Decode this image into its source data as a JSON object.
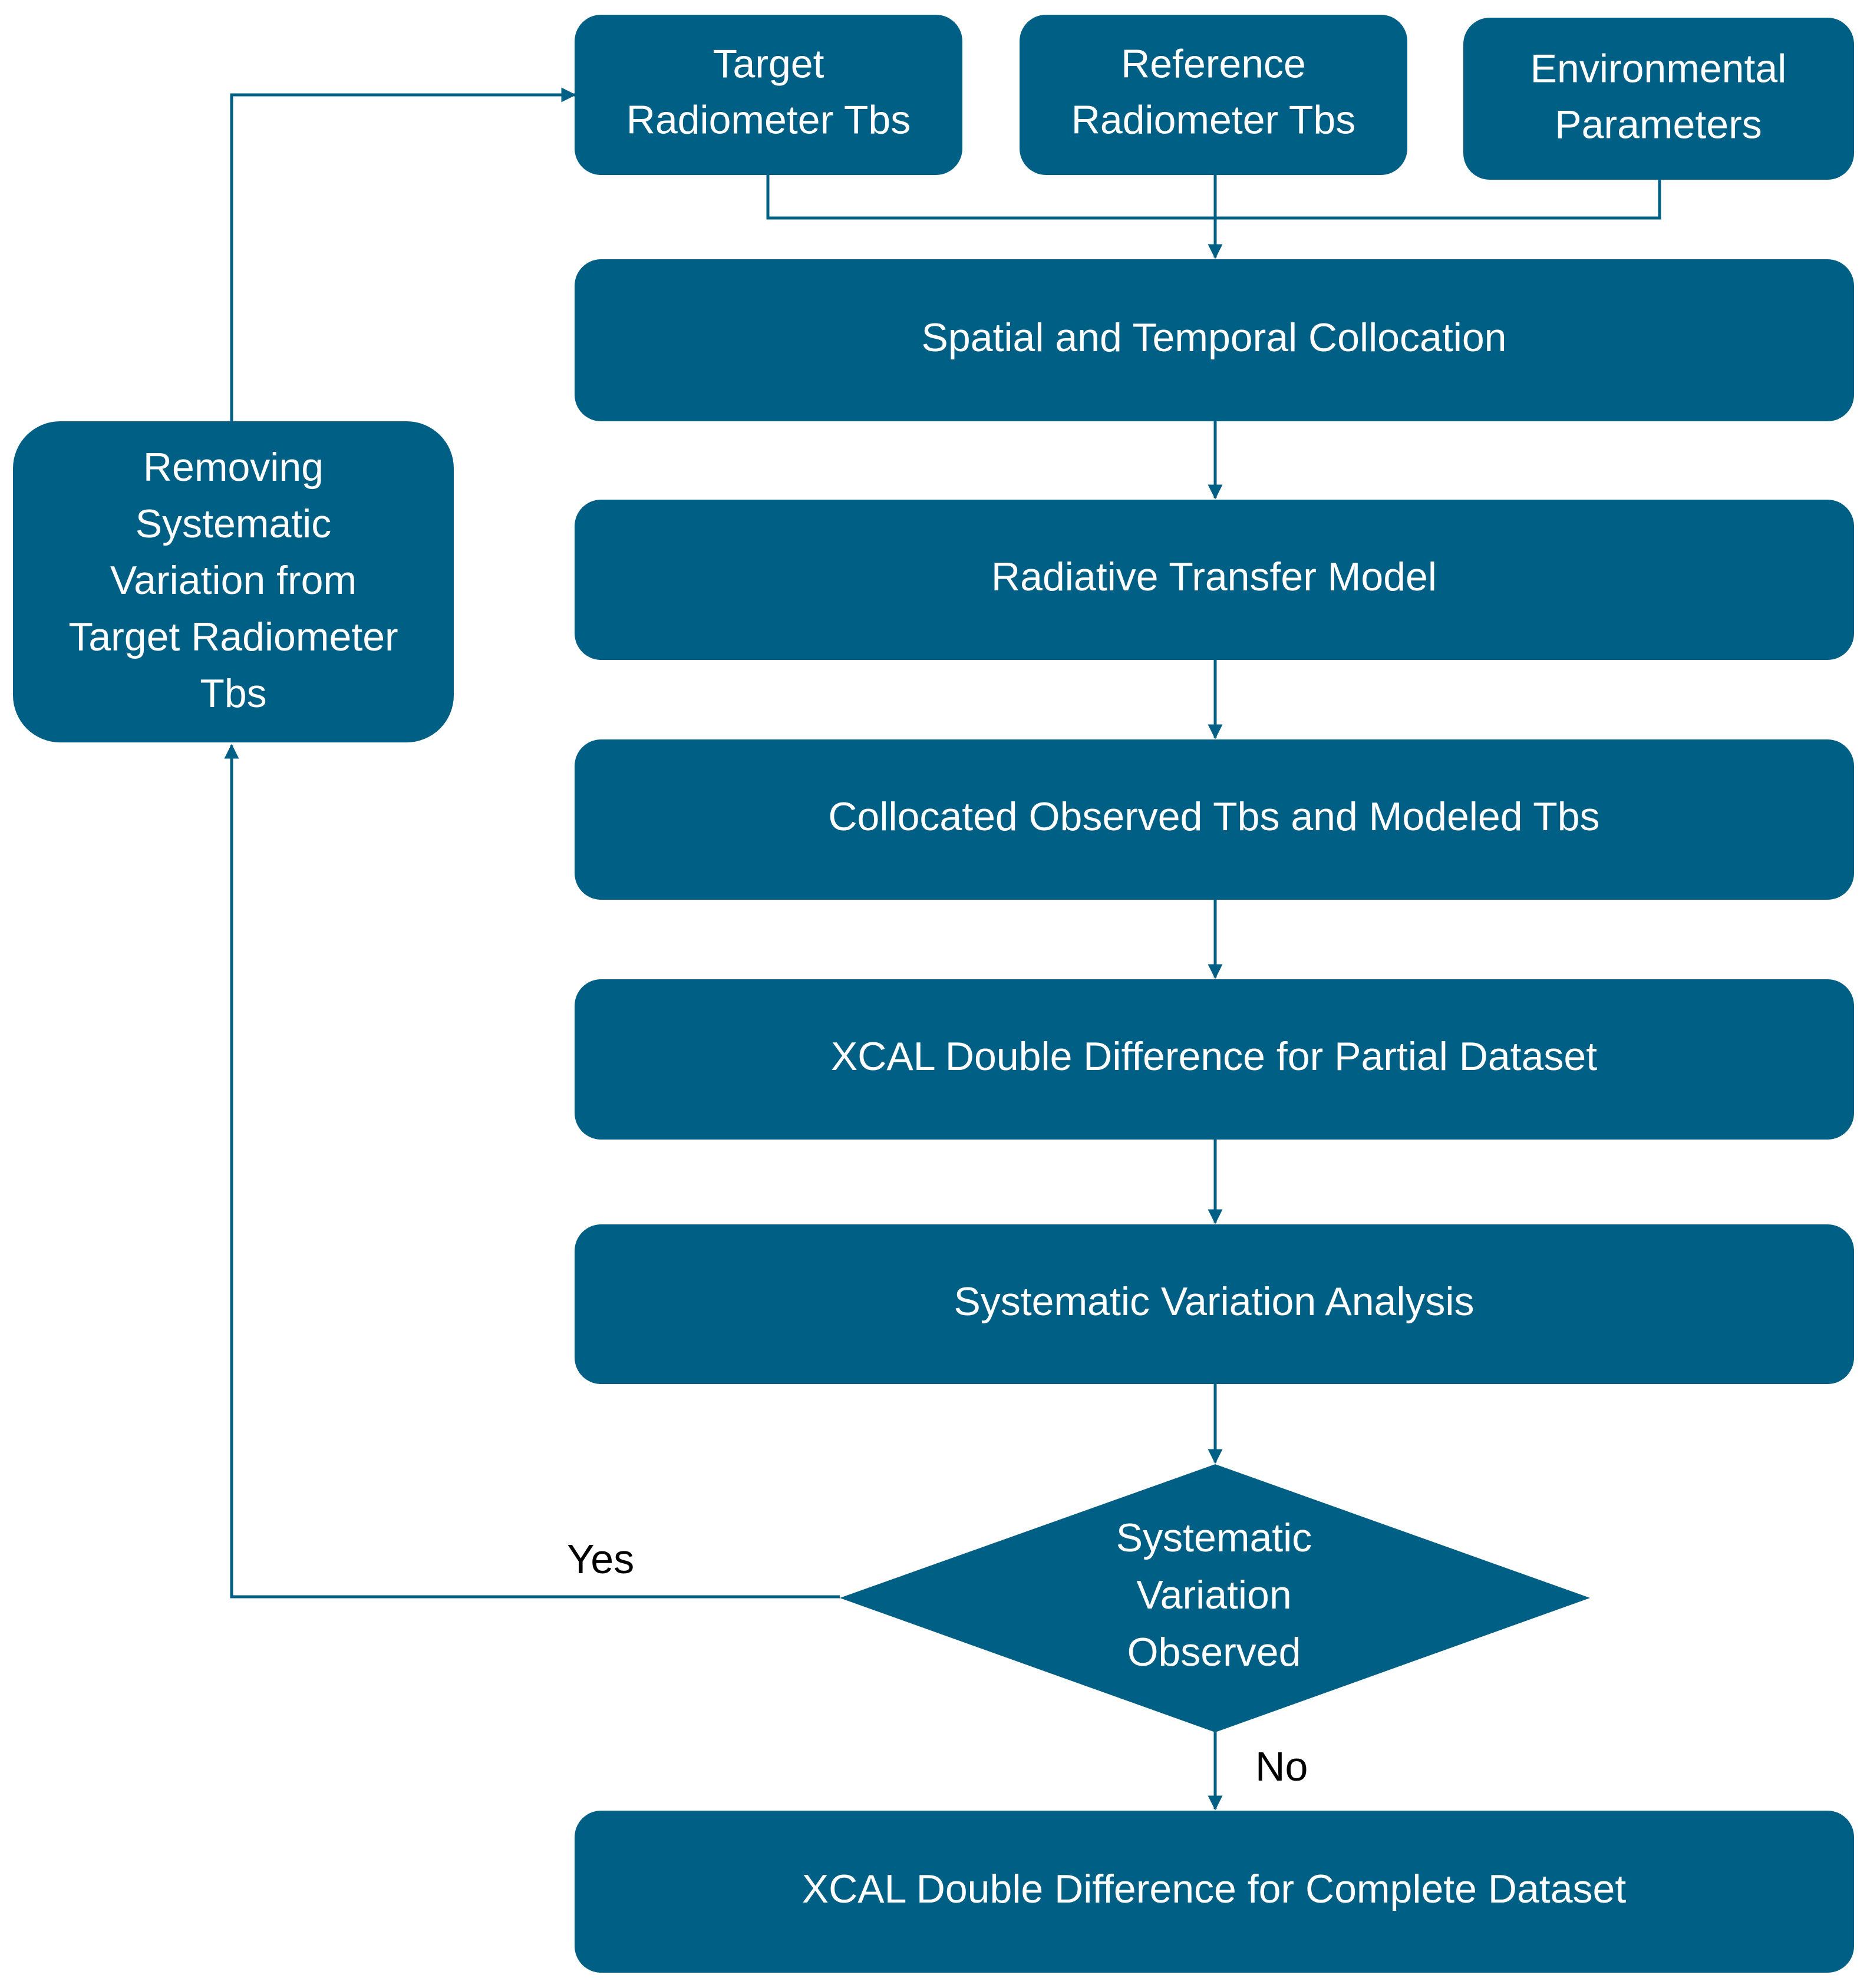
{
  "colors": {
    "node_fill": "#005f84",
    "node_text": "#ffffff",
    "connector": "#005f84",
    "label_text": "#000000"
  },
  "nodes": {
    "target_tbs": [
      "Target",
      "Radiometer Tbs"
    ],
    "reference_tbs": [
      "Reference",
      "Radiometer Tbs"
    ],
    "environmental": [
      "Environmental",
      "Parameters"
    ],
    "collocation": [
      "Spatial and Temporal Collocation"
    ],
    "rtm": [
      "Radiative Transfer Model"
    ],
    "collocated_obs_mod": [
      "Collocated Observed Tbs and Modeled Tbs"
    ],
    "xcal_partial": [
      "XCAL Double Difference for Partial Dataset"
    ],
    "sys_var_analysis": [
      "Systematic Variation Analysis"
    ],
    "decision": [
      "Systematic",
      "Variation",
      "Observed"
    ],
    "removing": [
      "Removing",
      "Systematic",
      "Variation from",
      "Target Radiometer",
      "Tbs"
    ],
    "xcal_complete": [
      "XCAL Double Difference for Complete Dataset"
    ]
  },
  "edge_labels": {
    "yes": "Yes",
    "no": "No"
  }
}
